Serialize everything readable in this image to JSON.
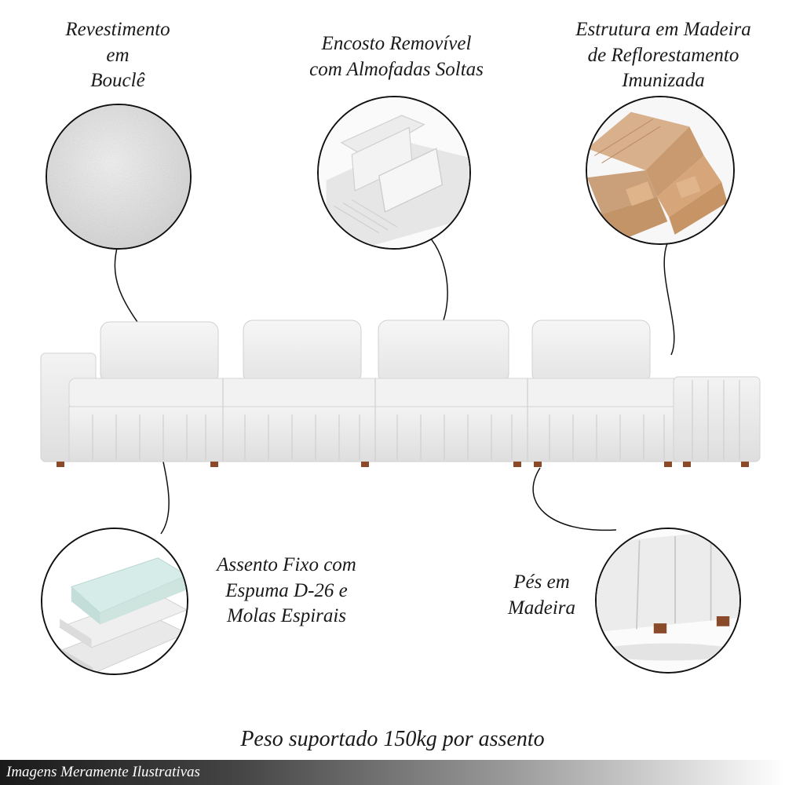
{
  "features": {
    "fabric": {
      "lines": [
        "Revestimento",
        "em",
        "Bouclê"
      ]
    },
    "backrest": {
      "lines": [
        "Encosto Removível",
        "com Almofadas Soltas"
      ]
    },
    "structure": {
      "lines": [
        "Estrutura em Madeira",
        "de Reflorestamento",
        "Imunizada"
      ]
    },
    "seat": {
      "lines": [
        "Assento Fixo com",
        "Espuma D-26 e",
        "Molas Espirais"
      ]
    },
    "feet": {
      "lines": [
        "Pés em",
        "Madeira"
      ]
    }
  },
  "footer": {
    "weight_note": "Peso suportado 150kg por assento",
    "disclaimer": "Imagens Meramente Ilustrativas"
  },
  "colors": {
    "fabric": "#f1f1f1",
    "fabric_shadow": "#d9d9d9",
    "wood_foot": "#8a4a2a",
    "outline": "#111111"
  }
}
